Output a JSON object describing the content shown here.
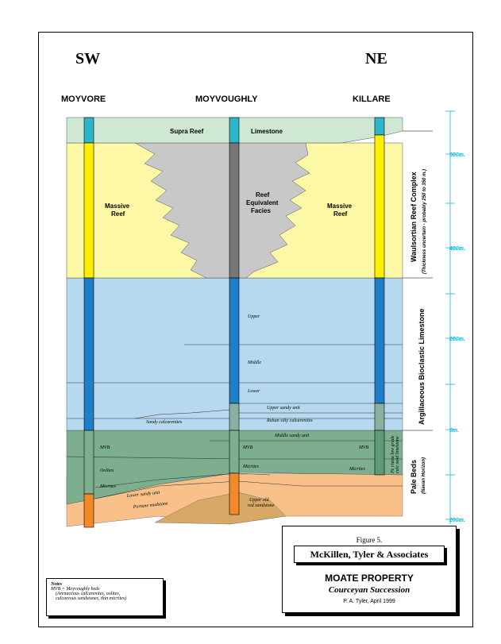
{
  "directions": {
    "left": "SW",
    "right": "NE"
  },
  "wells": {
    "left": "MOYVORE",
    "middle": "MOYVOUGHLY",
    "right": "KILLARE"
  },
  "units": {
    "supra_reef": "Supra Reef",
    "limestone": "Limestone",
    "massive_reef": "Massive\nReef",
    "reef_facies": "Reef\nEquivalent\nFacies",
    "upper": "Upper",
    "middle": "Middle",
    "lower": "Lower",
    "upper_sandy_unit": "Upper sandy unit",
    "rahan_silty": "Rahan silty calcarenites",
    "sandy_calcarenites": "Sandy calcarenites",
    "middle_sandy_unit": "Middle sandy unit",
    "mvb": "MVB",
    "oolites": "Oolites",
    "micrites": "Micrites",
    "lower_sandy_unit": "Lower sandy unit",
    "portane_mudstone": "Portane mudstone",
    "upper_old_red": "Upper old\nred sandstone",
    "pale_beds_note": "Pe ristoa low grade\ncalc ooid limestone"
  },
  "side_labels": {
    "waulsortian": "Waulsortian Reef Complex",
    "waulsortian_sub": "(Thickness uncertain - probably 250 to 350 m.)",
    "argillaceous": "Argillaceous Bioclastic Limestone",
    "pale_beds": "Pale Beds",
    "pale_beds_sub": "(Navan Horizon)"
  },
  "scale_ticks": [
    "600m.",
    "400m.",
    "200m.",
    "0m.",
    "200m."
  ],
  "title_block": {
    "figure": "Figure 5.",
    "company": "McKillen, Tyler & Associates",
    "property": "MOATE PROPERTY",
    "subtitle": "Courceyan Succession",
    "author": "P. A. Tyler, April 1999"
  },
  "notes": {
    "heading": "Notes",
    "line1": "MVB = Moyvoughly beds",
    "line2": "(Arenaceous calcarenites, oolites,",
    "line3": "calcareous sandstones, thin micrites)"
  },
  "colors": {
    "supra": "#cfe8d3",
    "reef": "#fdf8a6",
    "facies": "#c8c8c8",
    "argillaceous": "#b7d9f0",
    "pale": "#7daf8e",
    "sandstone": "#f9c08a",
    "red_sandstone": "#d7a866",
    "column_blue": "#1e7ec8",
    "column_yellow": "#ffee00",
    "column_cyan": "#2fb5c8",
    "scale": "#16b5d8"
  }
}
